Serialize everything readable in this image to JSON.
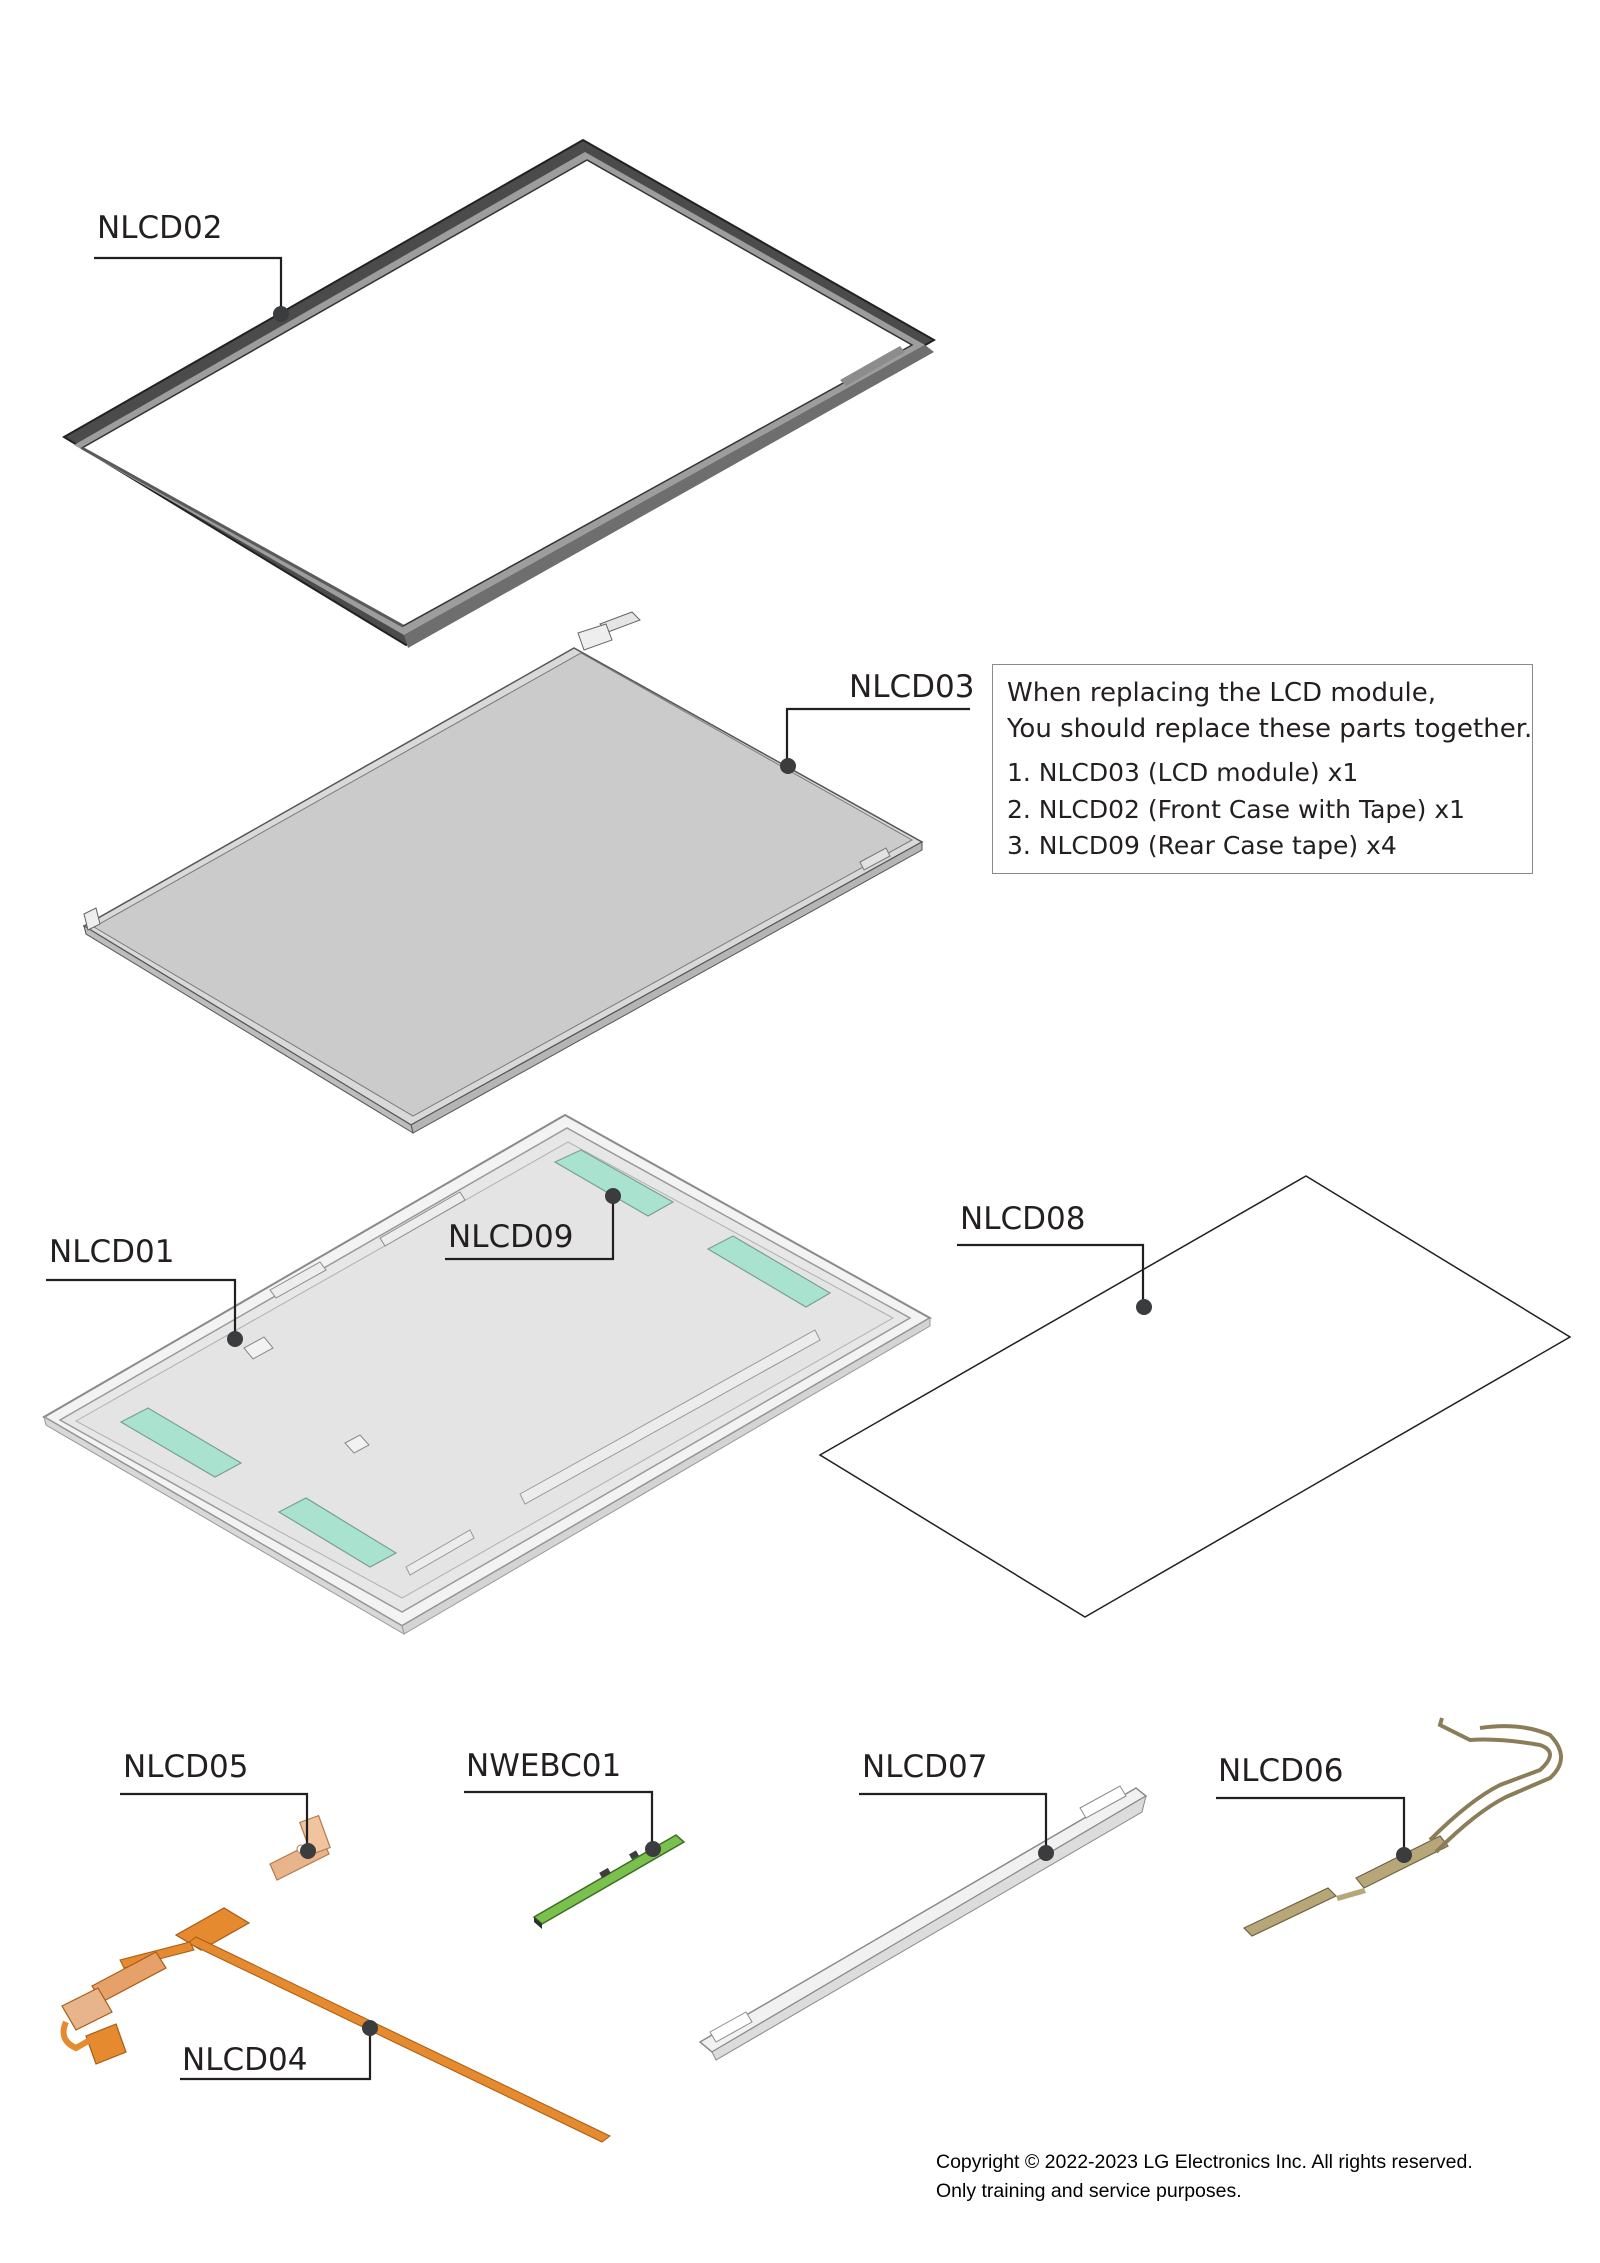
{
  "callouts": {
    "nlcd02": "NLCD02",
    "nlcd03": "NLCD03",
    "nlcd01": "NLCD01",
    "nlcd09": "NLCD09",
    "nlcd08": "NLCD08",
    "nlcd05": "NLCD05",
    "nwebc01": "NWEBC01",
    "nlcd07": "NLCD07",
    "nlcd06": "NLCD06",
    "nlcd04": "NLCD04"
  },
  "note": {
    "line1": "When replacing the LCD module,",
    "line2": "You should replace these parts together.",
    "items": [
      "1. NLCD03 (LCD module) x1",
      "2. NLCD02 (Front Case with Tape) x1",
      "3. NLCD09 (Rear Case tape) x4"
    ]
  },
  "footer": {
    "copyright": "Copyright © 2022-2023 LG Electronics Inc. All rights reserved.",
    "notice": "Only training and service purposes."
  },
  "colors": {
    "line": "#231f20",
    "frame_dark": "#3a3a3a",
    "lcd_fill": "#cfcfcf",
    "rear_case_fill": "#e6e6e6",
    "tape_green": "#a9e3cf",
    "fpc_orange": "#e58a2e",
    "hinge_copper": "#e8b48c",
    "webcam_green": "#7ac04e",
    "antenna_tan": "#b7a778"
  }
}
